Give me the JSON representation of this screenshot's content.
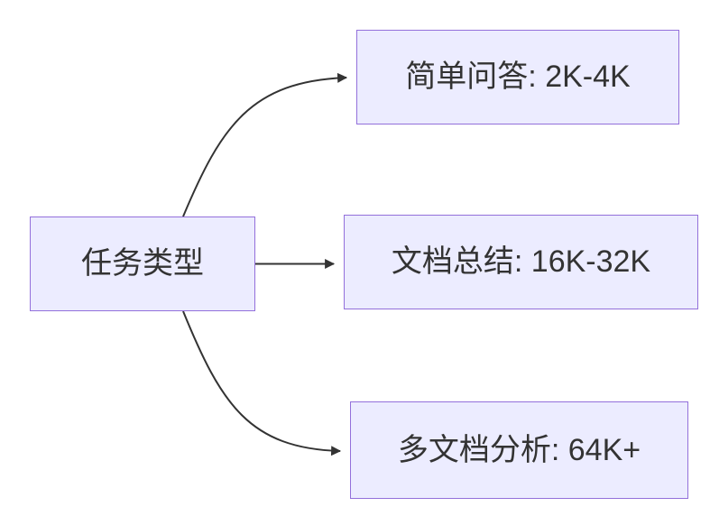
{
  "diagram": {
    "type": "flowchart",
    "direction": "left-to-right",
    "root": {
      "label": "任务类型"
    },
    "branches": [
      {
        "label": "简单问答: 2K-4K"
      },
      {
        "label": "文档总结: 16K-32K"
      },
      {
        "label": "多文档分析: 64K+"
      }
    ],
    "colors": {
      "node_fill": "#ECECFF",
      "node_border": "#9370DB",
      "edge_stroke": "#333333",
      "text": "#333333",
      "background": "#FFFFFF"
    }
  }
}
